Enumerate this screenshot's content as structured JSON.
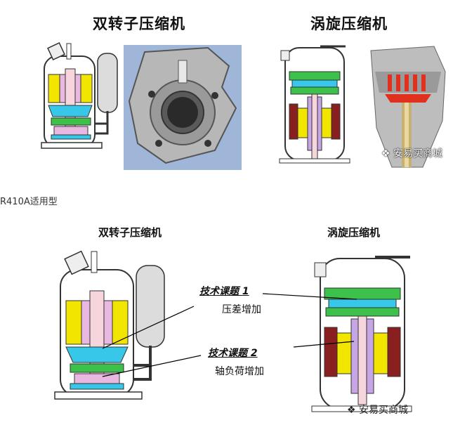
{
  "top": {
    "left_title": "双转子压缩机",
    "right_title": "涡旋压缩机",
    "watermark": "安易买商城"
  },
  "middle": {
    "caption": "R410A适用型"
  },
  "bottom": {
    "left_title": "双转子压缩机",
    "right_title": "涡旋压缩机",
    "issue1_title": "技术课题 1",
    "issue1_text": "压差增加",
    "issue2_title": "技术课题 2",
    "issue2_text": "轴负荷增加",
    "watermark": "安易买商城"
  },
  "colors": {
    "motor_yellow": "#f2e600",
    "rotor_pink": "#e9b8e0",
    "shaft_light": "#f6d6dc",
    "cyan": "#37c7e8",
    "green": "#3cc24a",
    "dark_red": "#8a1f1f",
    "purple": "#c7a6e6",
    "accumulator_gray": "#dcdcdc",
    "outline": "#333333"
  }
}
